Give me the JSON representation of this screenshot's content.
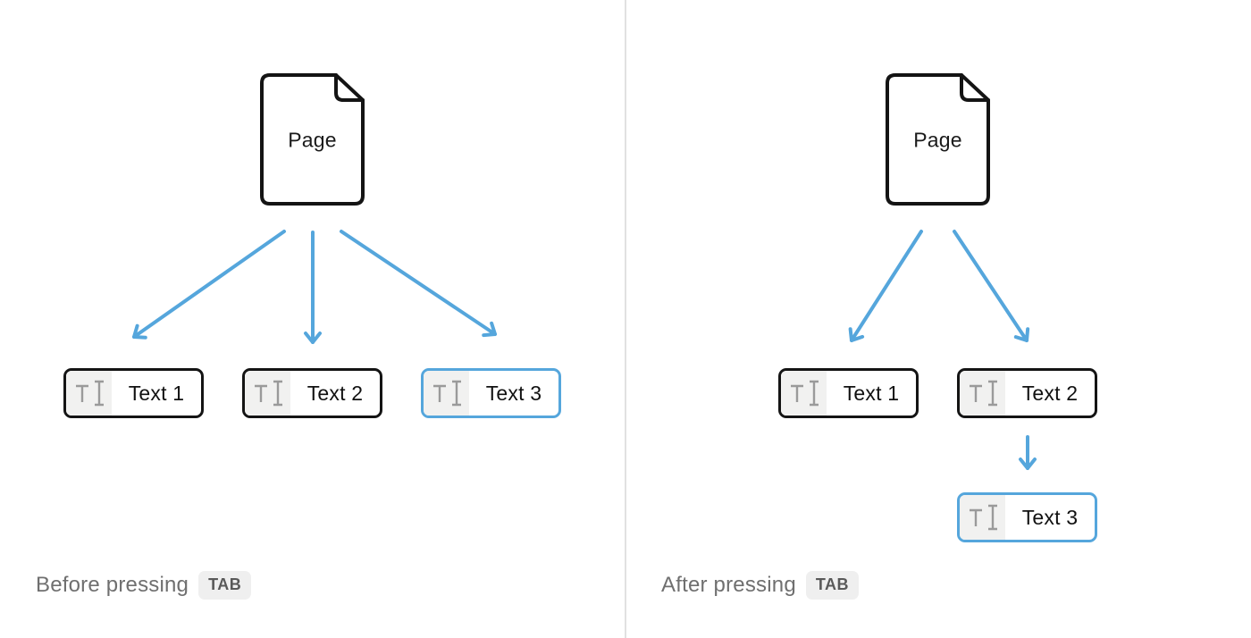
{
  "panels": {
    "before": {
      "page_label": "Page",
      "blocks": [
        {
          "label": "Text 1",
          "selected": false
        },
        {
          "label": "Text 2",
          "selected": false
        },
        {
          "label": "Text 3",
          "selected": true
        }
      ],
      "caption": "Before pressing",
      "key": "TAB"
    },
    "after": {
      "page_label": "Page",
      "blocks": [
        {
          "label": "Text 1",
          "selected": false
        },
        {
          "label": "Text 2",
          "selected": false
        },
        {
          "label": "Text 3",
          "selected": true
        }
      ],
      "caption": "After pressing",
      "key": "TAB"
    }
  },
  "icons": {
    "page": "document-icon",
    "block": "text-cursor-icon"
  },
  "colors": {
    "accent_blue": "#55A6DC",
    "outline_black": "#141414",
    "icon_gray": "#9A9A9A",
    "icon_bg": "#F1F1F0",
    "caption_gray": "#6F6F6F",
    "key_badge_bg": "#EFEFEF",
    "key_badge_text": "#595959",
    "divider": "#E1E1E1"
  }
}
